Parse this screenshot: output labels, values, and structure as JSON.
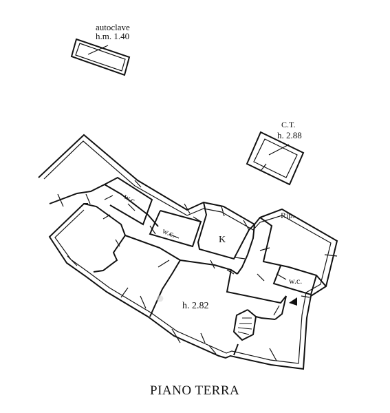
{
  "plan": {
    "title": "PIANO TERRA",
    "autoclave_label": "autoclave",
    "autoclave_height": "h.m. 1.40",
    "ct_label": "C.T.",
    "ct_height": "h. 2.88",
    "rip_label": "Rip.",
    "wc_label_1": "w.c.",
    "wc_label_2": "w.c.",
    "wc_label_3": "w.c.",
    "kitchen_label": "K",
    "main_height": "h. 2.82"
  }
}
